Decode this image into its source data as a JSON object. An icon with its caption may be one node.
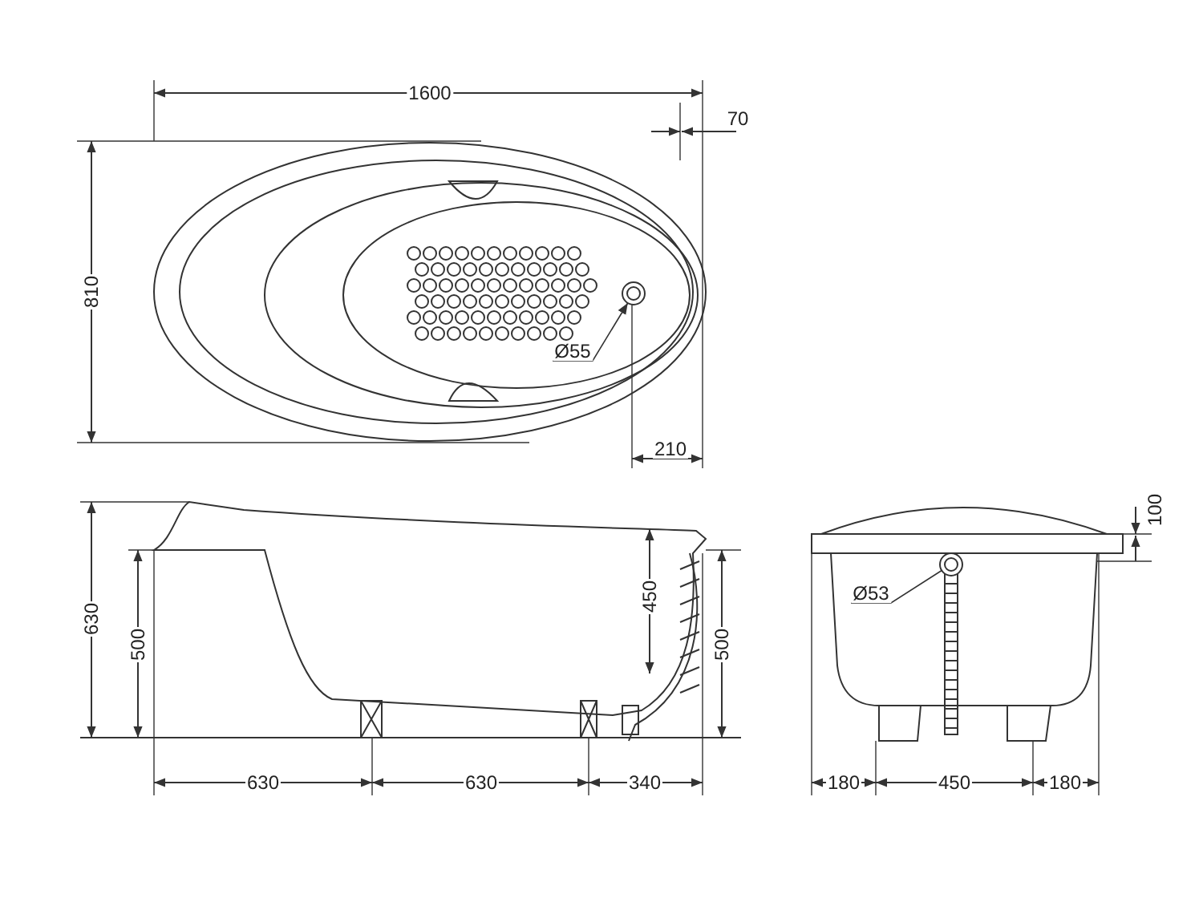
{
  "diagram": {
    "nodes": [
      {
        "text": [
          "Ø55"
        ]
      },
      {
        "text": [],
        "shape": "circle"
      },
      {
        "text": [
          "Ø53"
        ]
      },
      {
        "text": [],
        "shape": "circle"
      }
    ],
    "edges": [
      {
        "from": 0,
        "to": 1,
        "arrow": "to"
      },
      {
        "from": 2,
        "to": 3,
        "arrow": "none"
      }
    ],
    "labels": [
      "1600",
      "70",
      "810",
      "210",
      "630",
      "500",
      "450",
      "500",
      "630",
      "630",
      "340",
      "100",
      "180",
      "450",
      "180"
    ]
  }
}
